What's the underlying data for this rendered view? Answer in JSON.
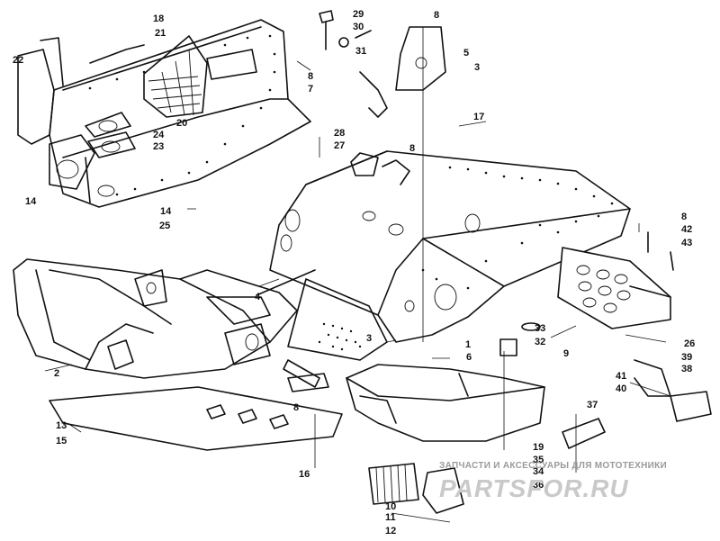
{
  "callouts": [
    {
      "n": "1"
    },
    {
      "n": "2"
    },
    {
      "n": "3"
    },
    {
      "n": "3"
    },
    {
      "n": "4"
    },
    {
      "n": "5"
    },
    {
      "n": "6"
    },
    {
      "n": "7"
    },
    {
      "n": "8"
    },
    {
      "n": "8"
    },
    {
      "n": "8"
    },
    {
      "n": "8"
    },
    {
      "n": "8"
    },
    {
      "n": "9"
    },
    {
      "n": "10"
    },
    {
      "n": "11"
    },
    {
      "n": "12"
    },
    {
      "n": "13"
    },
    {
      "n": "14"
    },
    {
      "n": "14"
    },
    {
      "n": "15"
    },
    {
      "n": "16"
    },
    {
      "n": "17"
    },
    {
      "n": "18"
    },
    {
      "n": "19"
    },
    {
      "n": "20"
    },
    {
      "n": "21"
    },
    {
      "n": "22"
    },
    {
      "n": "23"
    },
    {
      "n": "24"
    },
    {
      "n": "25"
    },
    {
      "n": "26"
    },
    {
      "n": "27"
    },
    {
      "n": "28"
    },
    {
      "n": "29"
    },
    {
      "n": "30"
    },
    {
      "n": "31"
    },
    {
      "n": "32"
    },
    {
      "n": "33"
    },
    {
      "n": "34"
    },
    {
      "n": "35"
    },
    {
      "n": "36"
    },
    {
      "n": "37"
    },
    {
      "n": "38"
    },
    {
      "n": "39"
    },
    {
      "n": "40"
    },
    {
      "n": "41"
    },
    {
      "n": "42"
    },
    {
      "n": "43"
    }
  ],
  "watermark": {
    "tagline": "ЗАПЧАСТИ И АКСЕССУАРЫ ДЛЯ МОТОТЕХНИКИ",
    "brand": "PARTSFOR.RU"
  }
}
